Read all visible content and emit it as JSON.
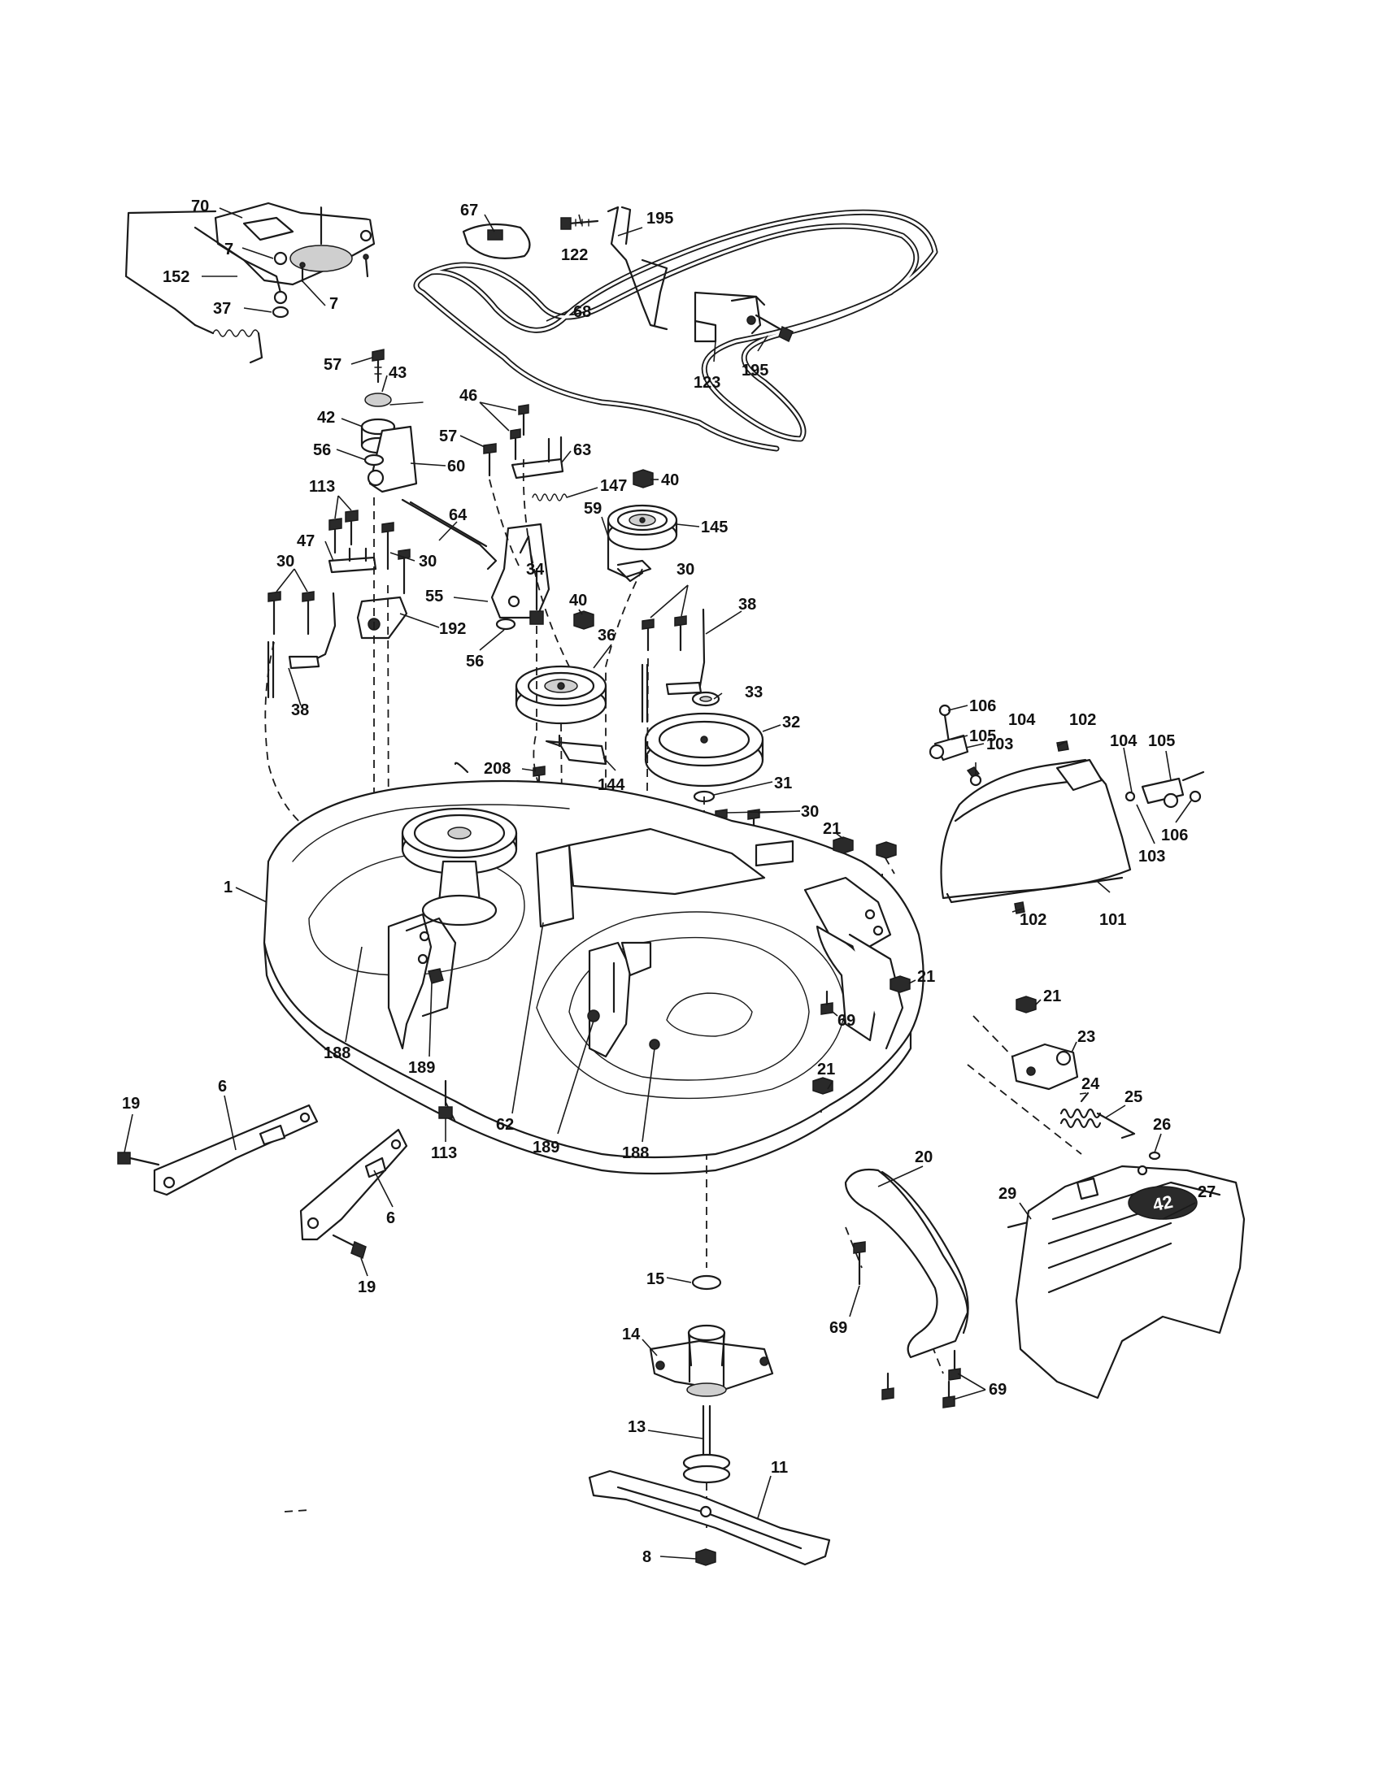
{
  "parts": [
    {
      "id": "callout-70",
      "label": "70"
    },
    {
      "id": "callout-67",
      "label": "67"
    },
    {
      "id": "callout-122",
      "label": "122"
    },
    {
      "id": "callout-195-top",
      "label": "195"
    },
    {
      "id": "callout-7-a",
      "label": "7"
    },
    {
      "id": "callout-7-b",
      "label": "7"
    },
    {
      "id": "callout-152",
      "label": "152"
    },
    {
      "id": "callout-37",
      "label": "37"
    },
    {
      "id": "callout-68",
      "label": "68"
    },
    {
      "id": "callout-123",
      "label": "123"
    },
    {
      "id": "callout-195-right",
      "label": "195"
    },
    {
      "id": "callout-57-a",
      "label": "57"
    },
    {
      "id": "callout-43",
      "label": "43"
    },
    {
      "id": "callout-46",
      "label": "46"
    },
    {
      "id": "callout-42",
      "label": "42"
    },
    {
      "id": "callout-57-b",
      "label": "57"
    },
    {
      "id": "callout-63",
      "label": "63"
    },
    {
      "id": "callout-56-a",
      "label": "56"
    },
    {
      "id": "callout-60",
      "label": "60"
    },
    {
      "id": "callout-40-a",
      "label": "40"
    },
    {
      "id": "callout-147",
      "label": "147"
    },
    {
      "id": "callout-113-a",
      "label": "113"
    },
    {
      "id": "callout-64",
      "label": "64"
    },
    {
      "id": "callout-59",
      "label": "59"
    },
    {
      "id": "callout-145",
      "label": "145"
    },
    {
      "id": "callout-47",
      "label": "47"
    },
    {
      "id": "callout-30-a",
      "label": "30"
    },
    {
      "id": "callout-30-b",
      "label": "30"
    },
    {
      "id": "callout-30-c",
      "label": "30"
    },
    {
      "id": "callout-34",
      "label": "34"
    },
    {
      "id": "callout-55",
      "label": "55"
    },
    {
      "id": "callout-38-a",
      "label": "38"
    },
    {
      "id": "callout-40-b",
      "label": "40"
    },
    {
      "id": "callout-192",
      "label": "192"
    },
    {
      "id": "callout-36",
      "label": "36"
    },
    {
      "id": "callout-56-b",
      "label": "56"
    },
    {
      "id": "callout-38-b",
      "label": "38"
    },
    {
      "id": "callout-33",
      "label": "33"
    },
    {
      "id": "callout-106-a",
      "label": "106"
    },
    {
      "id": "callout-105-a",
      "label": "105"
    },
    {
      "id": "callout-104-a",
      "label": "104"
    },
    {
      "id": "callout-102-a",
      "label": "102"
    },
    {
      "id": "callout-32",
      "label": "32"
    },
    {
      "id": "callout-103-a",
      "label": "103"
    },
    {
      "id": "callout-104-b",
      "label": "104"
    },
    {
      "id": "callout-105-b",
      "label": "105"
    },
    {
      "id": "callout-144",
      "label": "144"
    },
    {
      "id": "callout-208",
      "label": "208"
    },
    {
      "id": "callout-31",
      "label": "31"
    },
    {
      "id": "callout-30-d",
      "label": "30"
    },
    {
      "id": "callout-106-b",
      "label": "106"
    },
    {
      "id": "callout-103-b",
      "label": "103"
    },
    {
      "id": "callout-1",
      "label": "1"
    },
    {
      "id": "callout-21-a",
      "label": "21"
    },
    {
      "id": "callout-102-b",
      "label": "102"
    },
    {
      "id": "callout-101",
      "label": "101"
    },
    {
      "id": "callout-21-b",
      "label": "21"
    },
    {
      "id": "callout-21-c",
      "label": "21"
    },
    {
      "id": "callout-69-a",
      "label": "69"
    },
    {
      "id": "callout-23",
      "label": "23"
    },
    {
      "id": "callout-188-a",
      "label": "188"
    },
    {
      "id": "callout-21-d",
      "label": "21"
    },
    {
      "id": "callout-24",
      "label": "24"
    },
    {
      "id": "callout-25",
      "label": "25"
    },
    {
      "id": "callout-189-a",
      "label": "189"
    },
    {
      "id": "callout-19-a",
      "label": "19"
    },
    {
      "id": "callout-6-a",
      "label": "6"
    },
    {
      "id": "callout-26",
      "label": "26"
    },
    {
      "id": "callout-113-b",
      "label": "113"
    },
    {
      "id": "callout-62",
      "label": "62"
    },
    {
      "id": "callout-189-b",
      "label": "189"
    },
    {
      "id": "callout-188-b",
      "label": "188"
    },
    {
      "id": "callout-20",
      "label": "20"
    },
    {
      "id": "callout-29",
      "label": "29"
    },
    {
      "id": "callout-27",
      "label": "27"
    },
    {
      "id": "callout-6-b",
      "label": "6"
    },
    {
      "id": "callout-19-b",
      "label": "19"
    },
    {
      "id": "callout-15",
      "label": "15"
    },
    {
      "id": "callout-69-b",
      "label": "69"
    },
    {
      "id": "callout-14",
      "label": "14"
    },
    {
      "id": "callout-69-c",
      "label": "69"
    },
    {
      "id": "callout-13",
      "label": "13"
    },
    {
      "id": "callout-11",
      "label": "11"
    },
    {
      "id": "callout-8",
      "label": "8"
    }
  ],
  "decal_text": "42"
}
